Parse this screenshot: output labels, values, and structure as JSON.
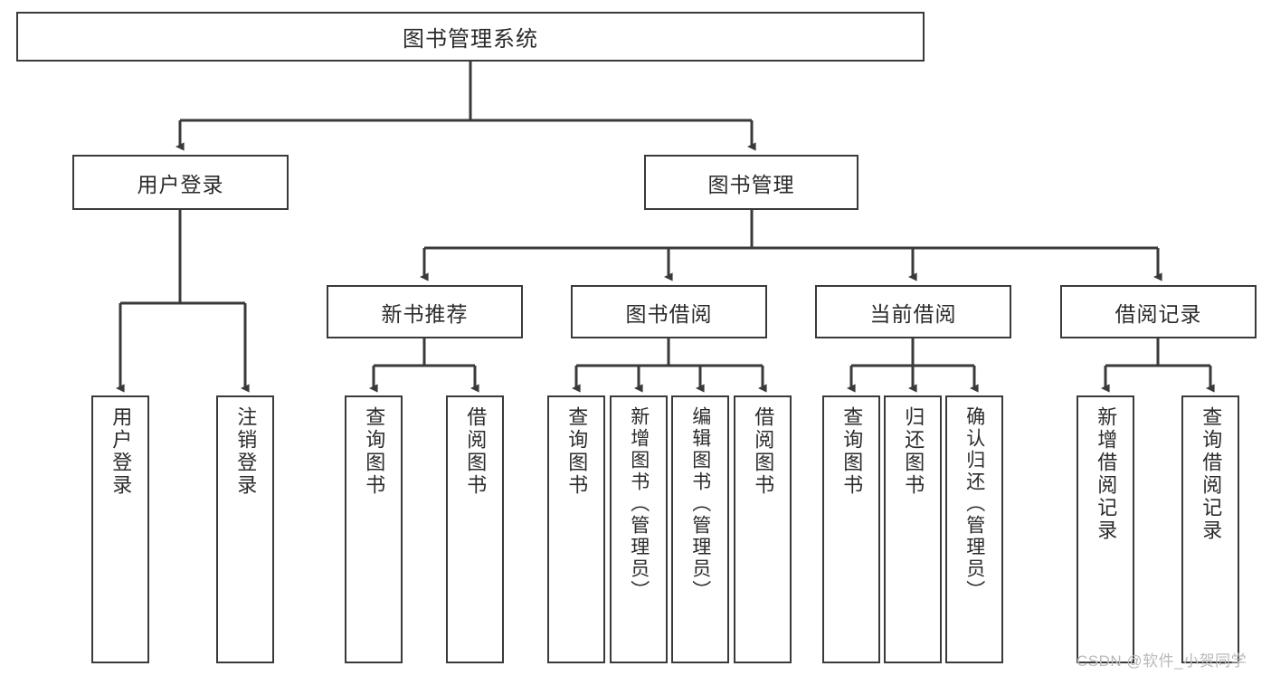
{
  "diagram": {
    "type": "tree",
    "title": "图书管理系统",
    "style": {
      "box_border": "#3a3a3a",
      "box_fill": "#ffffff",
      "line": "#3a3a3a",
      "text": "#2b2b2b",
      "background": "#ffffff"
    },
    "root": {
      "label": "图书管理系统"
    },
    "level2": [
      {
        "id": "user-login",
        "label": "用户登录"
      },
      {
        "id": "book-manage",
        "label": "图书管理"
      }
    ],
    "level3": [
      {
        "id": "new-book-recommend",
        "label": "新书推荐",
        "parent": "book-manage"
      },
      {
        "id": "book-borrow",
        "label": "图书借阅",
        "parent": "book-manage"
      },
      {
        "id": "current-borrow",
        "label": "当前借阅",
        "parent": "book-manage"
      },
      {
        "id": "borrow-record",
        "label": "借阅记录",
        "parent": "book-manage"
      }
    ],
    "leaves": [
      {
        "id": "leaf-user-login",
        "label": "用户登录",
        "parent": "user-login"
      },
      {
        "id": "leaf-user-logout",
        "label": "注销登录",
        "parent": "user-login"
      },
      {
        "id": "leaf-query-book-1",
        "label": "查询图书",
        "parent": "new-book-recommend"
      },
      {
        "id": "leaf-borrow-book-1",
        "label": "借阅图书",
        "parent": "new-book-recommend"
      },
      {
        "id": "leaf-query-book-2",
        "label": "查询图书",
        "parent": "book-borrow"
      },
      {
        "id": "leaf-add-book",
        "label": "新增图书（管理员）",
        "parent": "book-borrow"
      },
      {
        "id": "leaf-edit-book",
        "label": "编辑图书（管理员）",
        "parent": "book-borrow"
      },
      {
        "id": "leaf-borrow-book-2",
        "label": "借阅图书",
        "parent": "book-borrow"
      },
      {
        "id": "leaf-query-book-3",
        "label": "查询图书",
        "parent": "current-borrow"
      },
      {
        "id": "leaf-return-book",
        "label": "归还图书",
        "parent": "current-borrow"
      },
      {
        "id": "leaf-confirm-return",
        "label": "确认归还（管理员）",
        "parent": "current-borrow"
      },
      {
        "id": "leaf-add-record",
        "label": "新增借阅记录",
        "parent": "borrow-record"
      },
      {
        "id": "leaf-query-record",
        "label": "查询借阅记录",
        "parent": "borrow-record"
      }
    ]
  },
  "watermark": {
    "text": "CSDN @软件_小贺同学"
  }
}
